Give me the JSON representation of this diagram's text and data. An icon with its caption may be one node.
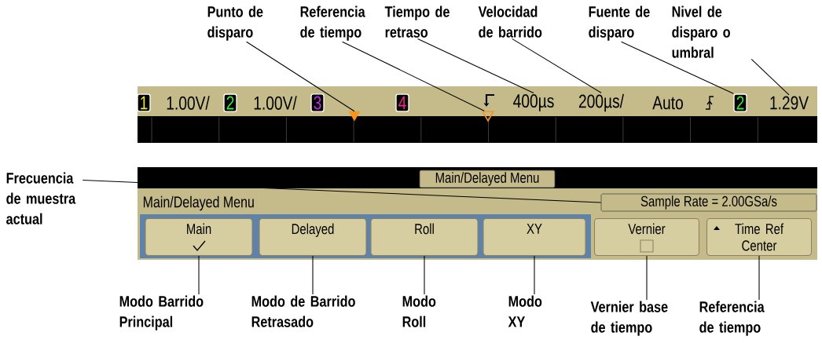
{
  "diagram": {
    "nodes": [
      {
        "text": [
          "Punto de disparo"
        ]
      },
      {
        "text": [
          "Referencia de tiempo"
        ]
      },
      {
        "text": [
          "Tiempo de retraso"
        ]
      },
      {
        "text": [
          "Velocidad de barrido"
        ]
      },
      {
        "text": [
          "Fuente de disparo"
        ]
      },
      {
        "text": [
          "Nivel de disparo o umbral"
        ]
      },
      {
        "text": [
          "Frecuencia de muestra actual"
        ]
      },
      {
        "text": [
          "Modo Barrido Principal"
        ]
      },
      {
        "text": [
          "Modo de Barrido Retrasado"
        ]
      },
      {
        "text": [
          "Modo Roll"
        ]
      },
      {
        "text": [
          "Modo XY"
        ]
      },
      {
        "text": [
          "Vernier base de tiempo"
        ]
      },
      {
        "text": [
          "Referencia de tiempo"
        ]
      },
      {
        "text": [
          "1"
        ]
      },
      {
        "text": [
          "2"
        ]
      },
      {
        "text": [
          "3"
        ]
      },
      {
        "text": [
          "4"
        ]
      },
      {
        "text": [],
        "shape": "triangle"
      },
      {
        "text": [],
        "shape": "triangle"
      },
      {
        "text": [
          "400µs"
        ]
      },
      {
        "text": [
          "200µs/"
        ]
      },
      {
        "text": [
          "2"
        ]
      },
      {
        "text": [
          "1.29V"
        ]
      },
      {
        "text": [
          "Main/Delayed Menu"
        ]
      },
      {
        "text": [
          "Sample Rate = 2.00GSa/s"
        ]
      },
      {
        "text": [
          "Main"
        ]
      },
      {
        "text": [
          "Delayed"
        ]
      },
      {
        "text": [
          "Roll"
        ]
      },
      {
        "text": [
          "XY"
        ]
      },
      {
        "text": [
          "Vernier"
        ]
      },
      {
        "text": [
          "Time Ref Center"
        ]
      }
    ],
    "edges": [
      {
        "from": 0,
        "to": 17,
        "arrow": "none"
      },
      {
        "from": 1,
        "to": 18,
        "arrow": "none"
      },
      {
        "from": 2,
        "to": 19,
        "arrow": "none"
      },
      {
        "from": 3,
        "to": 20,
        "arrow": "none"
      },
      {
        "from": 4,
        "to": 21,
        "arrow": "none"
      },
      {
        "from": 5,
        "to": 22,
        "arrow": "none"
      },
      {
        "from": 6,
        "to": 24,
        "arrow": "none"
      },
      {
        "from": 7,
        "to": 25,
        "arrow": "none"
      },
      {
        "from": 8,
        "to": 26,
        "arrow": "none"
      },
      {
        "from": 9,
        "to": 27,
        "arrow": "none"
      },
      {
        "from": 10,
        "to": 28,
        "arrow": "none"
      },
      {
        "from": 11,
        "to": 29,
        "arrow": "none"
      },
      {
        "from": 12,
        "to": 30,
        "arrow": "none"
      }
    ],
    "labels": [
      "1.00V/",
      "1.00V/",
      "Auto",
      "Main/Delayed Menu"
    ]
  }
}
